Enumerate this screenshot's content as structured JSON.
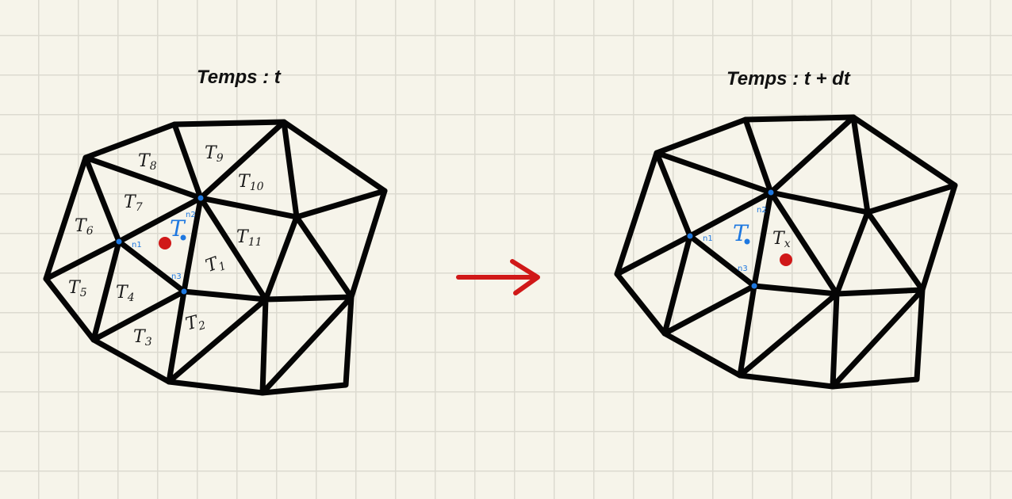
{
  "left_panel": {
    "title": "Temps : t",
    "triangle_labels": [
      "T",
      "T",
      "T",
      "T",
      "T",
      "T",
      "T",
      "T",
      "T",
      "T",
      "T"
    ],
    "triangle_subs": [
      "1",
      "2",
      "3",
      "4",
      "5",
      "6",
      "7",
      "8",
      "9",
      "10",
      "11"
    ],
    "cell_label": "T",
    "node_labels": [
      "n1",
      "n2",
      "n3"
    ]
  },
  "right_panel": {
    "title": "Temps : t + dt",
    "cell_label": "T",
    "other_label": "T",
    "other_sub": "x",
    "node_labels": [
      "n1",
      "n2",
      "n3"
    ]
  },
  "colors": {
    "background": "#f6f4ea",
    "grid": "#dcdad0",
    "edges": "#050505",
    "node": "#1e78e0",
    "particle": "#d01818",
    "arrow": "#d01818"
  }
}
